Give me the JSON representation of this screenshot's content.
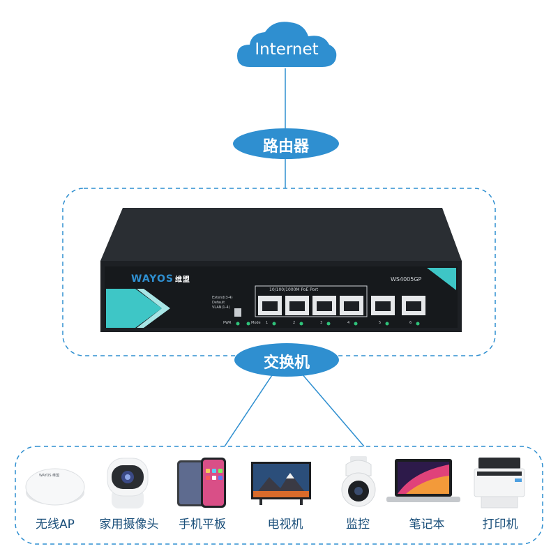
{
  "internet": {
    "label": "Internet"
  },
  "router": {
    "label": "路由器"
  },
  "switch_node": {
    "label": "交换机"
  },
  "device_box": {
    "brand": "WAYOS",
    "brand_cn": "维盟",
    "model": "WS4005GP",
    "poe_port_label": "10/100/1000M PoE Port",
    "mode_options": [
      "Extend(3-4)",
      "Default",
      "VLAN(1-4)"
    ],
    "pwr_label": "PWR",
    "mode_label": "Mode",
    "port_numbers": [
      "1",
      "2",
      "3",
      "4",
      "5",
      "6"
    ]
  },
  "endpoints": [
    {
      "label": "无线AP",
      "icon": "wireless-ap-icon",
      "print": "WAYOS 维盟"
    },
    {
      "label": "家用摄像头",
      "icon": "home-camera-icon"
    },
    {
      "label": "手机平板",
      "icon": "phone-tablet-icon"
    },
    {
      "label": "电视机",
      "icon": "tv-icon"
    },
    {
      "label": "监控",
      "icon": "surveillance-camera-icon"
    },
    {
      "label": "笔记本",
      "icon": "laptop-icon"
    },
    {
      "label": "打印机",
      "icon": "printer-icon"
    }
  ],
  "colors": {
    "accent": "#2f8fd0",
    "pill": "#2f8fd0",
    "line": "#2f8fd0",
    "teal": "#3ec6c6",
    "device_body": "#2b2f33"
  }
}
